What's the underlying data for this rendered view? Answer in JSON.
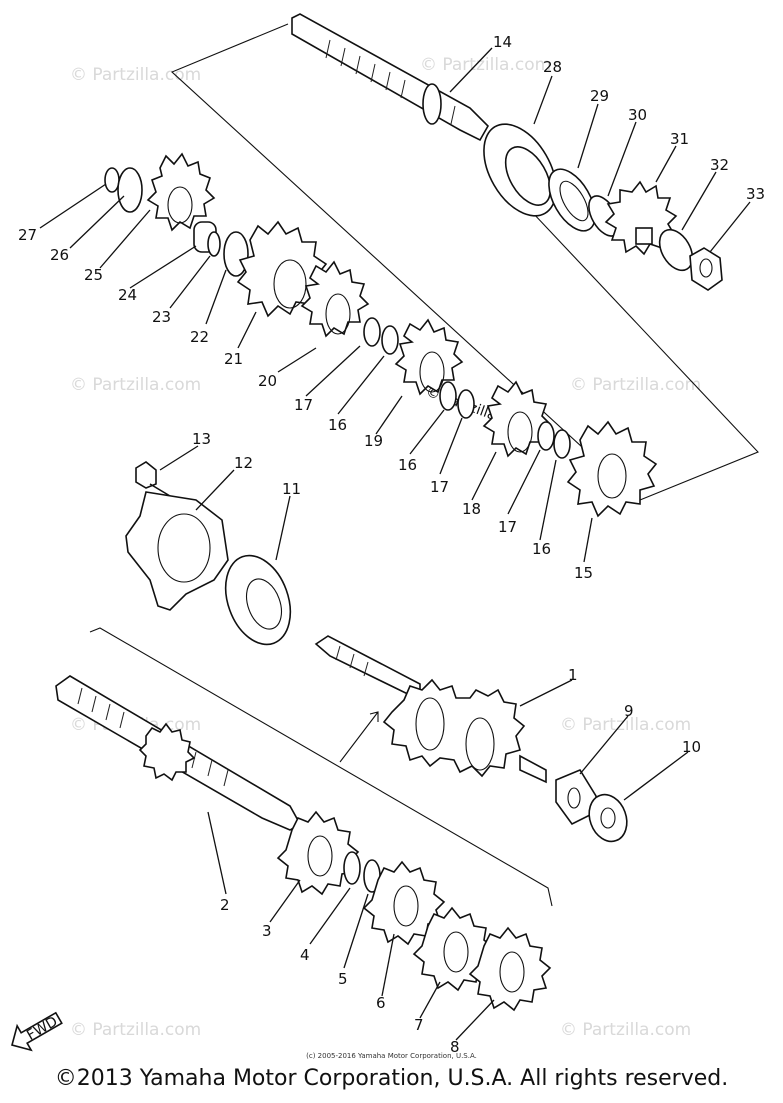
{
  "watermark": "© Partzilla.com",
  "watermark_center": "© Partzilla.com",
  "fwd_label": "FWD",
  "small_copyright": "(c) 2005-2016 Yamaha Motor Corporation, U.S.A.",
  "footer_copyright": "©2013 Yamaha Motor Corporation, U.S.A. All rights reserved.",
  "callouts": {
    "c1": "1",
    "c2": "2",
    "c3": "3",
    "c4": "4",
    "c5": "5",
    "c6": "6",
    "c7": "7",
    "c8": "8",
    "c9": "9",
    "c10": "10",
    "c11": "11",
    "c12": "12",
    "c13": "13",
    "c14": "14",
    "c15": "15",
    "c16a": "16",
    "c16b": "16",
    "c16c": "16",
    "c17a": "17",
    "c17b": "17",
    "c17c": "17",
    "c18": "18",
    "c19": "19",
    "c20": "20",
    "c21": "21",
    "c22": "22",
    "c23": "23",
    "c24": "24",
    "c25": "25",
    "c26": "26",
    "c27": "27",
    "c28": "28",
    "c29": "29",
    "c30": "30",
    "c31": "31",
    "c32": "32",
    "c33": "33"
  },
  "colors": {
    "ink": "#111111",
    "watermark": "#d9d9d9",
    "background": "#ffffff"
  }
}
